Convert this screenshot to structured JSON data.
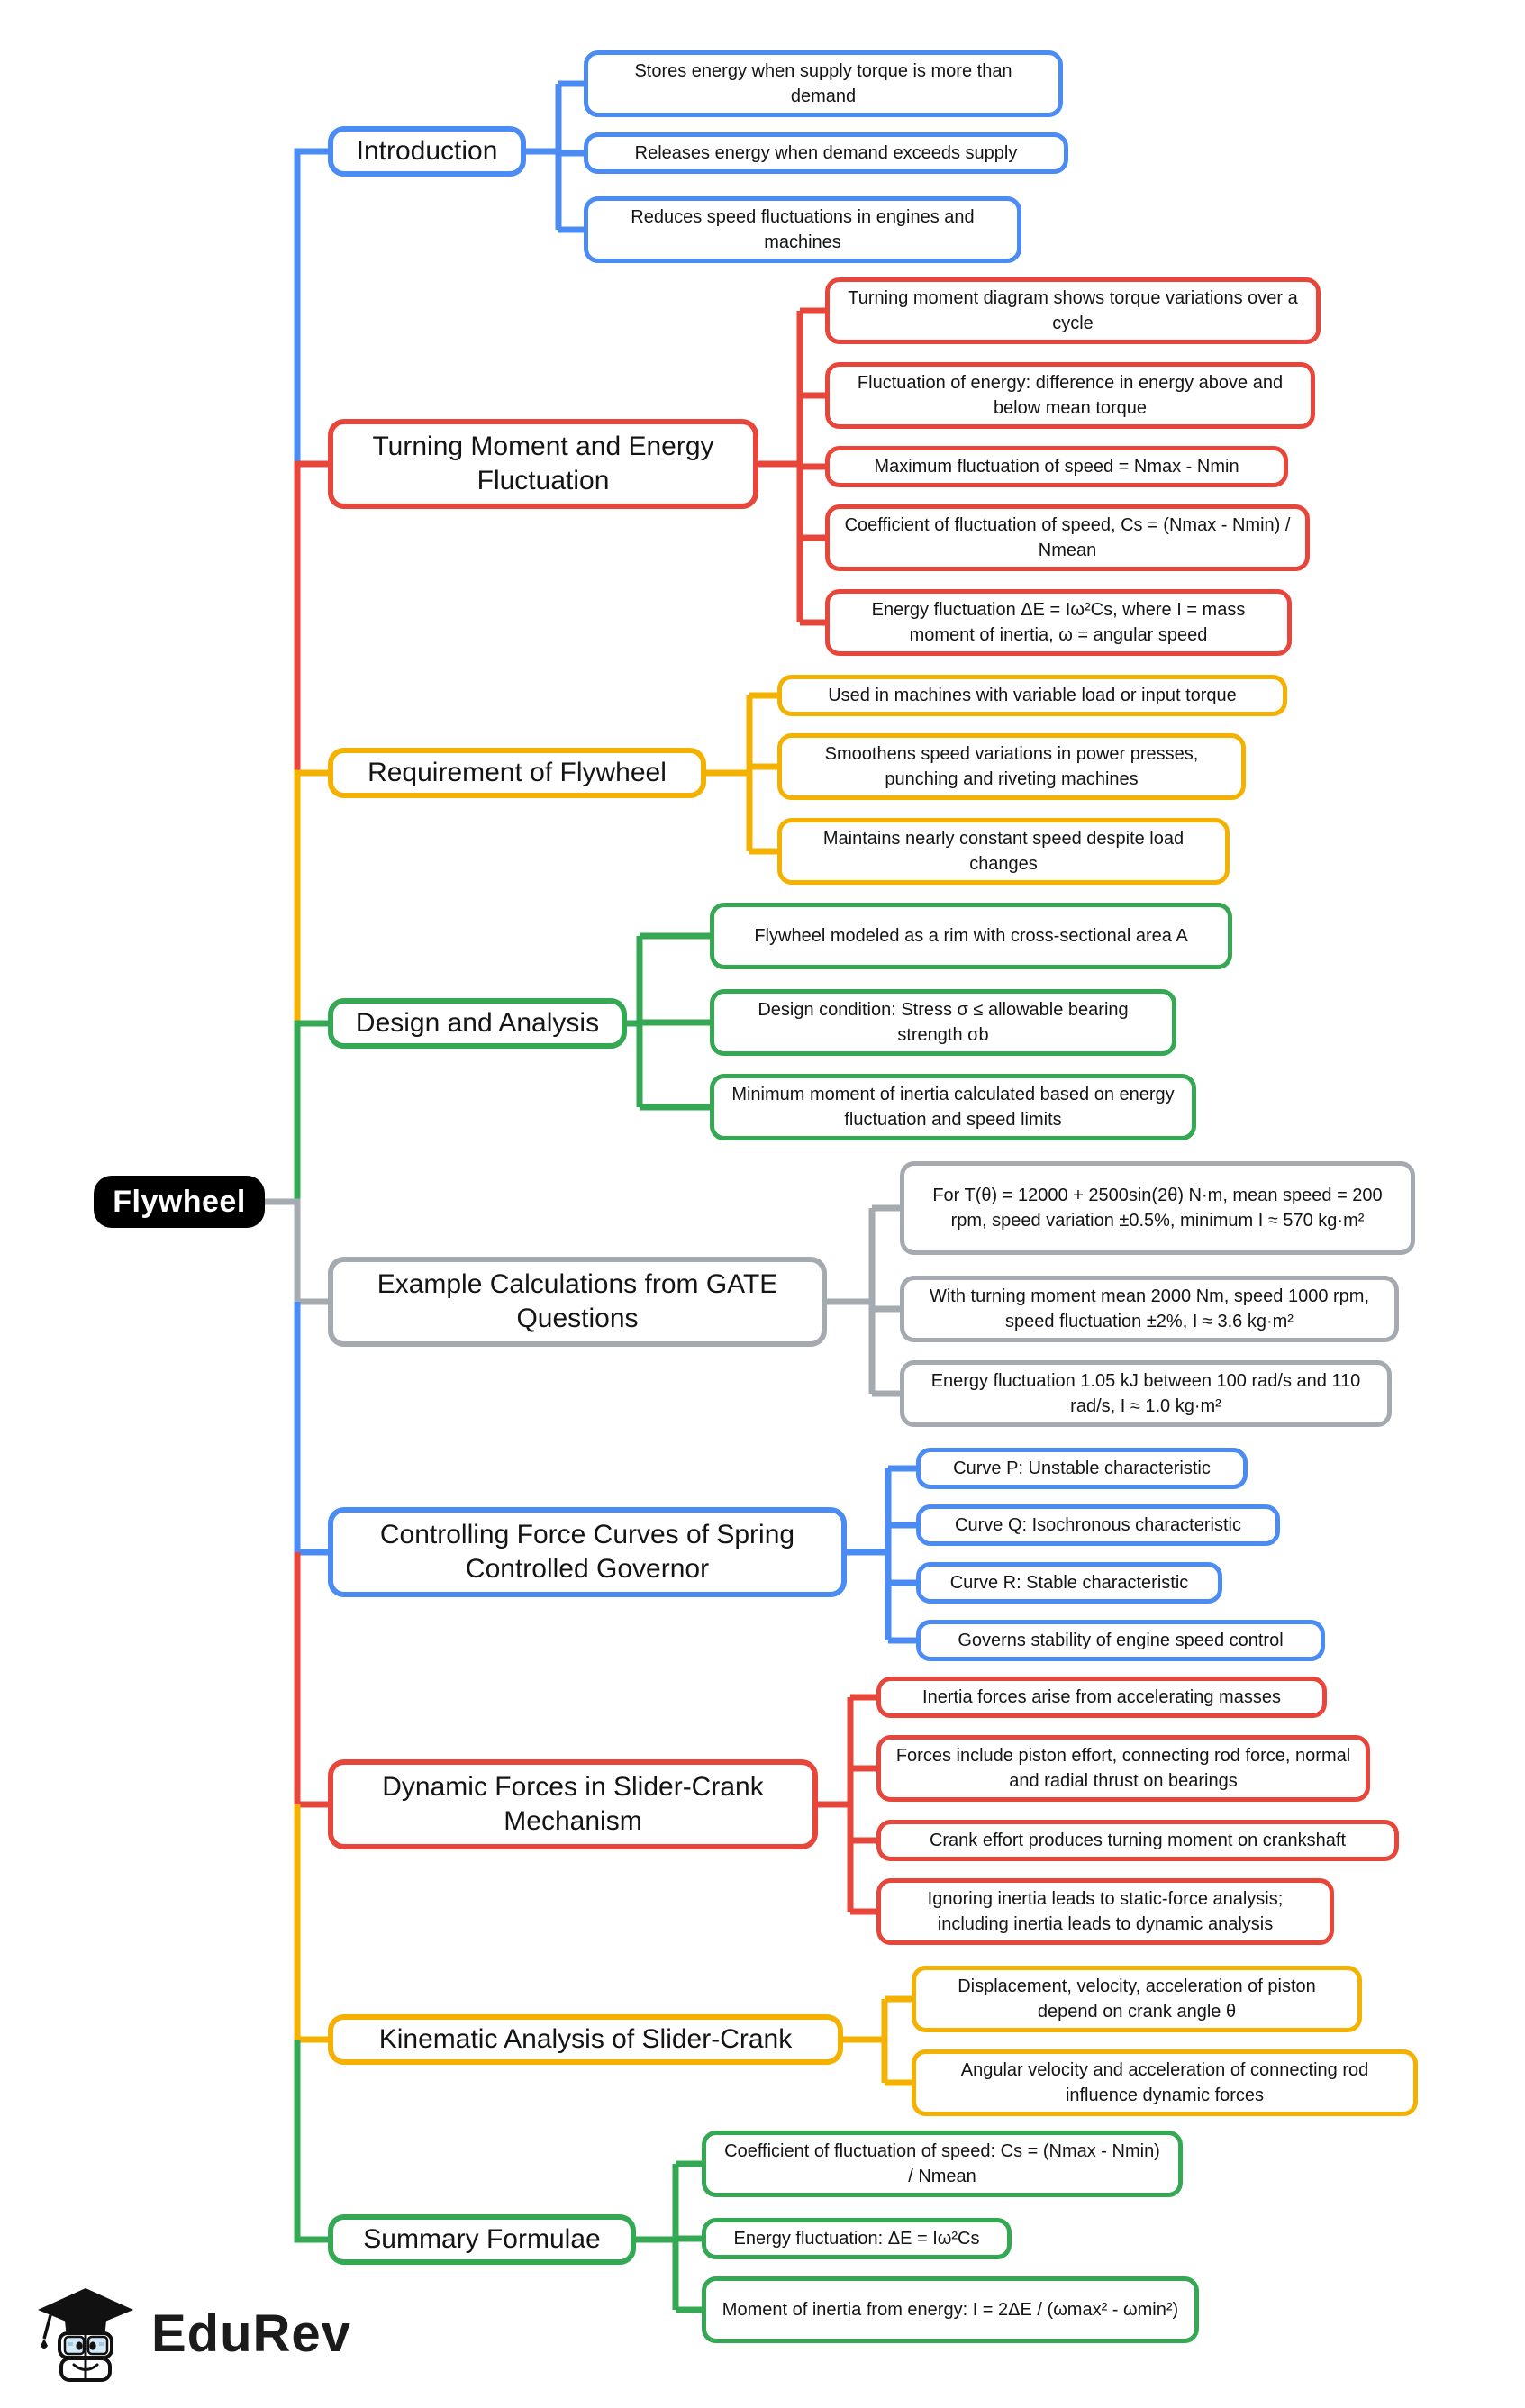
{
  "root": {
    "label": "Flywheel"
  },
  "branches": [
    {
      "label": "Introduction",
      "color": "blue",
      "children": [
        "Stores energy when supply torque is more than demand",
        "Releases energy when demand exceeds supply",
        "Reduces speed fluctuations in engines and machines"
      ]
    },
    {
      "label": "Turning Moment and Energy Fluctuation",
      "color": "red",
      "children": [
        "Turning moment diagram shows torque variations over a cycle",
        "Fluctuation of energy: difference in energy above and below mean torque",
        "Maximum fluctuation of speed = Nmax - Nmin",
        "Coefficient of fluctuation of speed, Cs = (Nmax - Nmin) / Nmean",
        "Energy fluctuation ΔE = Iω²Cs, where I = mass moment of inertia, ω = angular speed"
      ]
    },
    {
      "label": "Requirement of Flywheel",
      "color": "yellow",
      "children": [
        "Used in machines with variable load or input torque",
        "Smoothens speed variations in power presses, punching and riveting machines",
        "Maintains nearly constant speed despite load changes"
      ]
    },
    {
      "label": "Design and Analysis",
      "color": "green",
      "children": [
        "Flywheel modeled as a rim with cross-sectional area A",
        "Design condition: Stress σ ≤ allowable bearing strength σb",
        "Minimum moment of inertia calculated based on energy fluctuation and speed limits"
      ]
    },
    {
      "label": "Example Calculations from GATE Questions",
      "color": "gray",
      "children": [
        "For T(θ) = 12000 + 2500sin(2θ) N·m, mean speed = 200 rpm, speed variation ±0.5%, minimum I ≈ 570 kg·m²",
        "With turning moment mean 2000 Nm, speed 1000 rpm, speed fluctuation ±2%, I ≈ 3.6 kg·m²",
        "Energy fluctuation 1.05 kJ between 100 rad/s and 110 rad/s, I ≈ 1.0 kg·m²"
      ]
    },
    {
      "label": "Controlling Force Curves of Spring Controlled Governor",
      "color": "blue",
      "children": [
        "Curve P: Unstable characteristic",
        "Curve Q: Isochronous characteristic",
        "Curve R: Stable characteristic",
        "Governs stability of engine speed control"
      ]
    },
    {
      "label": "Dynamic Forces in Slider-Crank Mechanism",
      "color": "red",
      "children": [
        "Inertia forces arise from accelerating masses",
        "Forces include piston effort, connecting rod force, normal and radial thrust on bearings",
        "Crank effort produces turning moment on crankshaft",
        "Ignoring inertia leads to static-force analysis; including inertia leads to dynamic analysis"
      ]
    },
    {
      "label": "Kinematic Analysis of Slider-Crank",
      "color": "yellow",
      "children": [
        "Displacement, velocity, acceleration of piston depend on crank angle θ",
        "Angular velocity and acceleration of connecting rod influence dynamic forces"
      ]
    },
    {
      "label": "Summary Formulae",
      "color": "green",
      "children": [
        "Coefficient of fluctuation of speed: Cs = (Nmax - Nmin) / Nmean",
        "Energy fluctuation: ΔE = Iω²Cs",
        "Moment of inertia from energy: I = 2ΔE / (ωmax² - ωmin²)"
      ]
    }
  ],
  "logo": {
    "text": "EduRev"
  },
  "colors": {
    "blue": "#4b8bf4",
    "red": "#e8463a",
    "yellow": "#f5b100",
    "green": "#34a853",
    "gray": "#a4aab0",
    "root_bg": "#000000",
    "logo_text": "#1b1b1b"
  }
}
